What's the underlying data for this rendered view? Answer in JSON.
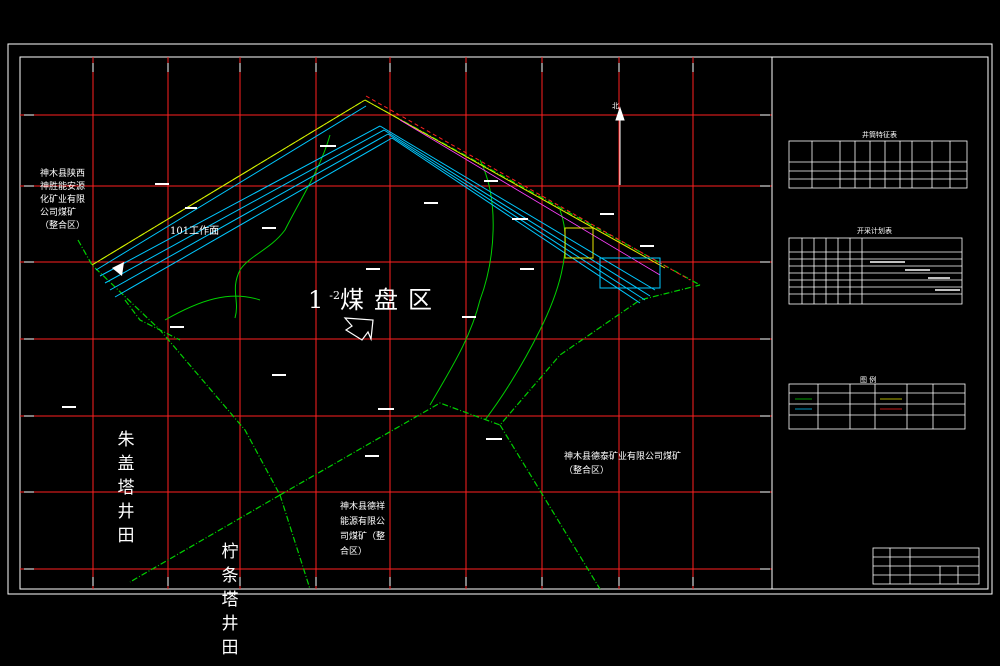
{
  "zone_label_main": "1",
  "zone_label_sup": "-2",
  "zone_label_rest": "煤盘区",
  "workface_label": "101工作面",
  "north_mark": "北",
  "field_zhugaita": "朱盖塔井田",
  "field_ningtiaota": "柠条塔井田",
  "mine_left_top": "神木县陕西神胜能安源化矿业有限公司煤矿（整合区）",
  "mine_right": "神木县德泰矿业有限公司煤矿（整合区）",
  "mine_bottom": "神木县德祥能源有限公司煤矿（整合区）",
  "table_shaft_title": "井筒特征表",
  "table_plan_title": "开采计划表",
  "table_legend_title": "图 例",
  "colors": {
    "frame": "#ffffff",
    "grid": "#ff2020",
    "boundary": "#00d000",
    "roadway_cyan": "#00c8ff",
    "roadway_yellow": "#e8e800",
    "text": "#ffffff"
  }
}
